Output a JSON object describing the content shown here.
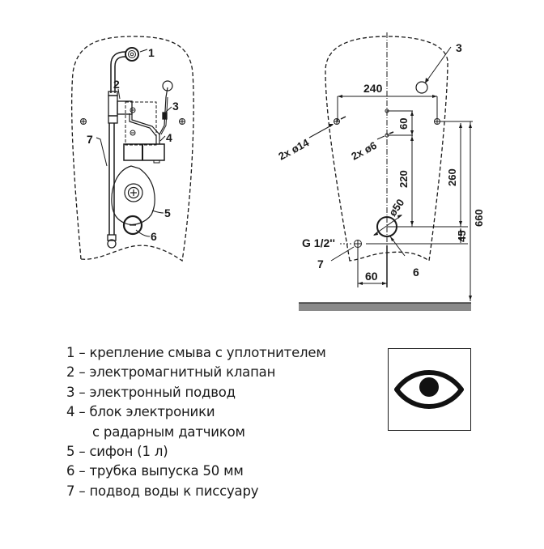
{
  "left_diagram": {
    "title": "Urinal flush assembly (front view)",
    "callouts": [
      "1",
      "2",
      "3",
      "4",
      "5",
      "6",
      "7"
    ]
  },
  "right_diagram": {
    "title": "Mounting dimensions",
    "callouts": {
      "c3": "3",
      "c6": "6",
      "c7": "7"
    },
    "dimensions": {
      "width_holes": "240",
      "hole_spacing_small": "60",
      "to_drain": "220",
      "hole_to_drain": "260",
      "total_height": "660",
      "drain_to_inlet": "45",
      "inlet_offset": "60"
    },
    "annotations": {
      "holes_large": "2x ø14",
      "holes_small": "2x ø6",
      "drain_diameter": "ø50",
      "inlet_thread": "G 1/2''"
    }
  },
  "legend": {
    "items": [
      {
        "label": "1 – крепление смыва с уплотнителем"
      },
      {
        "label": "2 – электромагнитный клапан"
      },
      {
        "label": "3 – электронный подвод"
      },
      {
        "label": "4 – блок электроники"
      },
      {
        "label": "с радарным датчиком",
        "continuation": true
      },
      {
        "label": "5 – сифон (1 л)"
      },
      {
        "label": "6 – трубка выпуска 50 мм"
      },
      {
        "label": "7 – подвод воды к писсуару"
      }
    ]
  },
  "symbol": {
    "name": "eye",
    "meaning": "radar sensor"
  }
}
